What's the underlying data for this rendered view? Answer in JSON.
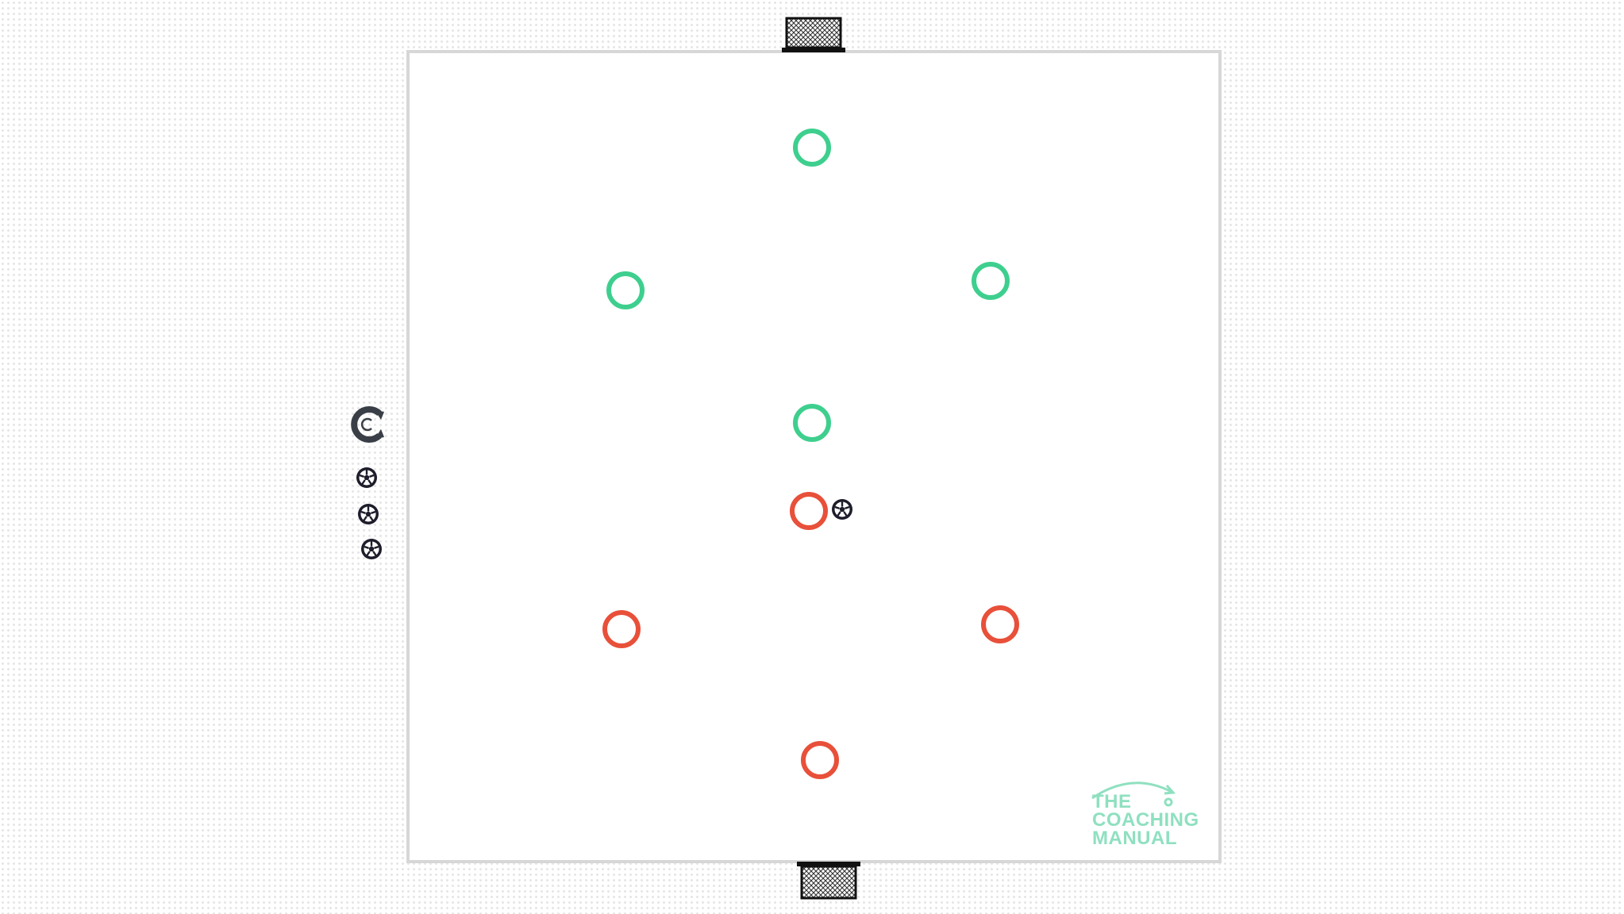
{
  "diagram": {
    "teams": [
      {
        "name": "green-team",
        "color": "#3ecf8e",
        "player_count": 4
      },
      {
        "name": "red-team",
        "color": "#e8503a",
        "player_count": 4
      }
    ],
    "equipment": {
      "goals": 2,
      "balls_in_play": 1,
      "spare_balls": 3
    },
    "icons": [
      "goal-icon",
      "coach-icon",
      "ball-icon"
    ],
    "colors": {
      "field_border": "#d7d7d7",
      "goal": "#111111",
      "ball": "#1d1d2b",
      "coach": "#3a3f47",
      "logo": "#8fe0c0"
    },
    "logo": {
      "line1": "THE",
      "line2": "COACHING",
      "line3": "MANUAL"
    }
  }
}
